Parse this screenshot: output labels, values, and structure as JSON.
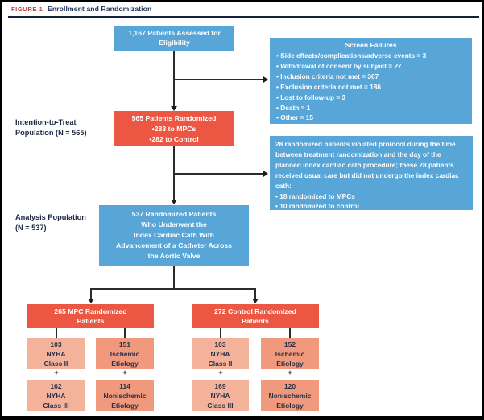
{
  "header": {
    "label": "FIGURE 1",
    "title": "Enrollment and Randomization"
  },
  "colors": {
    "box_blue": "#58a5d8",
    "box_red": "#eb5742",
    "sub_box_light_salmon": "#f5b29b",
    "sub_box_dark_salmon": "#f0997c",
    "header_label_red": "#ce3a2e",
    "header_title_navy": "#1b3055",
    "connector_line": "#2b2b2b"
  },
  "side_labels": {
    "itt": {
      "line1": "Intention-to-Treat",
      "line2": "Population (N = 565)"
    },
    "analysis": {
      "line1": "Analysis Population",
      "line2": "(N = 537)"
    }
  },
  "boxes": {
    "eligibility": {
      "line1": "1,167 Patients Assessed for",
      "line2": "Eligibility"
    },
    "screen_failures": {
      "title": "Screen Failures",
      "items": [
        "Side effects/complications/adverse events = 3",
        "Withdrawal of consent by subject = 27",
        "Inclusion criteria not met = 367",
        "Exclusion criteria not met = 186",
        "Lost to follow-up = 3",
        "Death = 1",
        "Other = 15"
      ]
    },
    "randomized": {
      "title": "565 Patients Randomized",
      "items": [
        "283 to MPCs",
        "282 to Control"
      ]
    },
    "protocol_violation": {
      "text": "28 randomized patients violated protocol during the time between treatment randomization and the day of the planned index cardiac cath procedure; these 28 patients received usual care but did not undergo the index cardiac cath:",
      "items": [
        "18 randomized to MPCs",
        "10 randomized to control"
      ]
    },
    "analysis_population": {
      "lines": [
        "537 Randomized Patients",
        "Who Underwent the",
        "Index Cardiac Cath With",
        "Advancement of a Catheter Across",
        "the Aortic Valve"
      ]
    },
    "mpc_group": {
      "line1": "265 MPC Randomized",
      "line2": "Patients"
    },
    "control_group": {
      "line1": "272 Control Randomized",
      "line2": "Patients"
    },
    "mpc_sub": [
      {
        "n": "103",
        "l1": "NYHA",
        "l2": "Class II"
      },
      {
        "n": "151",
        "l1": "Ischemic",
        "l2": "Etiology"
      },
      {
        "n": "162",
        "l1": "NYHA",
        "l2": "Class III"
      },
      {
        "n": "114",
        "l1": "Nonischemic",
        "l2": "Etiology"
      }
    ],
    "control_sub": [
      {
        "n": "103",
        "l1": "NYHA",
        "l2": "Class II"
      },
      {
        "n": "152",
        "l1": "Ischemic",
        "l2": "Etiology"
      },
      {
        "n": "169",
        "l1": "NYHA",
        "l2": "Class III"
      },
      {
        "n": "120",
        "l1": "Nonischemic",
        "l2": "Etiology"
      }
    ],
    "plus_symbol": "+"
  }
}
